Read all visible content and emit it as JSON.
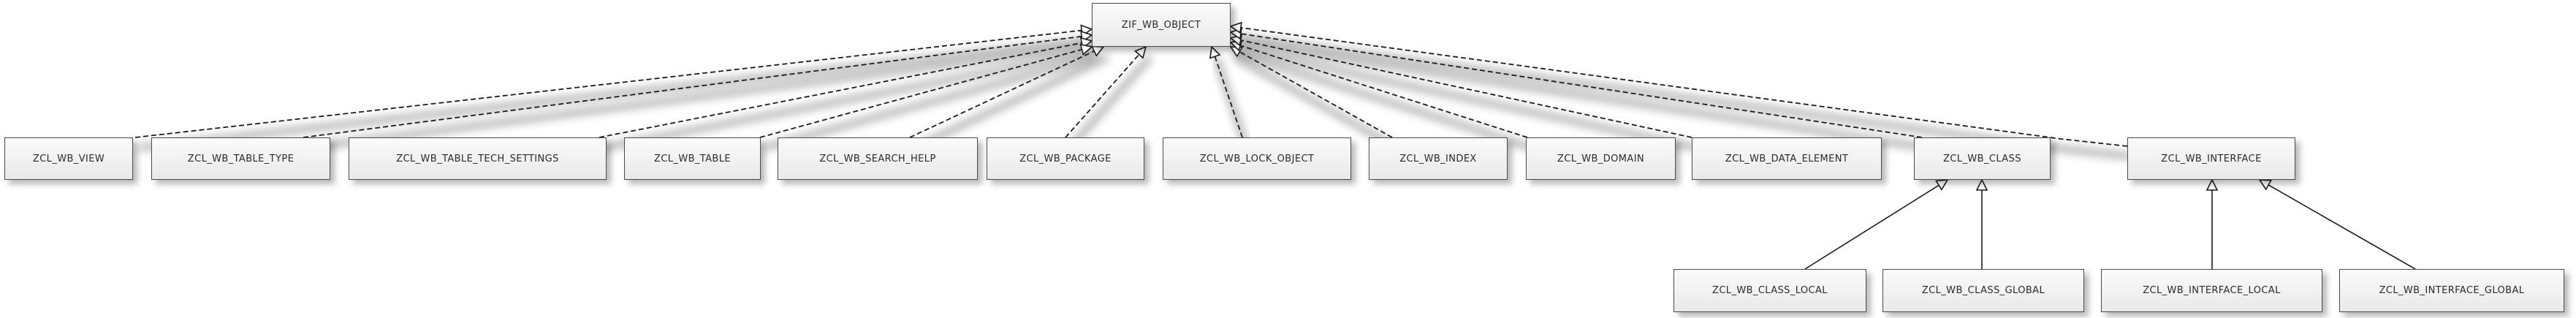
{
  "diagram": {
    "nodes": [
      {
        "id": "zif_wb_object",
        "label": "ZIF_WB_OBJECT"
      },
      {
        "id": "zcl_wb_view",
        "label": "ZCL_WB_VIEW"
      },
      {
        "id": "zcl_wb_table_type",
        "label": "ZCL_WB_TABLE_TYPE"
      },
      {
        "id": "zcl_wb_table_tech_settings",
        "label": "ZCL_WB_TABLE_TECH_SETTINGS"
      },
      {
        "id": "zcl_wb_table",
        "label": "ZCL_WB_TABLE"
      },
      {
        "id": "zcl_wb_search_help",
        "label": "ZCL_WB_SEARCH_HELP"
      },
      {
        "id": "zcl_wb_package",
        "label": "ZCL_WB_PACKAGE"
      },
      {
        "id": "zcl_wb_lock_object",
        "label": "ZCL_WB_LOCK_OBJECT"
      },
      {
        "id": "zcl_wb_index",
        "label": "ZCL_WB_INDEX"
      },
      {
        "id": "zcl_wb_domain",
        "label": "ZCL_WB_DOMAIN"
      },
      {
        "id": "zcl_wb_data_element",
        "label": "ZCL_WB_DATA_ELEMENT"
      },
      {
        "id": "zcl_wb_class",
        "label": "ZCL_WB_CLASS"
      },
      {
        "id": "zcl_wb_interface",
        "label": "ZCL_WB_INTERFACE"
      },
      {
        "id": "zcl_wb_class_local",
        "label": "ZCL_WB_CLASS_LOCAL"
      },
      {
        "id": "zcl_wb_class_global",
        "label": "ZCL_WB_CLASS_GLOBAL"
      },
      {
        "id": "zcl_wb_interface_local",
        "label": "ZCL_WB_INTERFACE_LOCAL"
      },
      {
        "id": "zcl_wb_interface_global",
        "label": "ZCL_WB_INTERFACE_GLOBAL"
      }
    ],
    "edges": [
      {
        "from": "zcl_wb_view",
        "to": "zif_wb_object",
        "kind": "realization"
      },
      {
        "from": "zcl_wb_table_type",
        "to": "zif_wb_object",
        "kind": "realization"
      },
      {
        "from": "zcl_wb_table_tech_settings",
        "to": "zif_wb_object",
        "kind": "realization"
      },
      {
        "from": "zcl_wb_table",
        "to": "zif_wb_object",
        "kind": "realization"
      },
      {
        "from": "zcl_wb_search_help",
        "to": "zif_wb_object",
        "kind": "realization"
      },
      {
        "from": "zcl_wb_package",
        "to": "zif_wb_object",
        "kind": "realization"
      },
      {
        "from": "zcl_wb_lock_object",
        "to": "zif_wb_object",
        "kind": "realization"
      },
      {
        "from": "zcl_wb_index",
        "to": "zif_wb_object",
        "kind": "realization"
      },
      {
        "from": "zcl_wb_domain",
        "to": "zif_wb_object",
        "kind": "realization"
      },
      {
        "from": "zcl_wb_data_element",
        "to": "zif_wb_object",
        "kind": "realization"
      },
      {
        "from": "zcl_wb_class",
        "to": "zif_wb_object",
        "kind": "realization"
      },
      {
        "from": "zcl_wb_interface",
        "to": "zif_wb_object",
        "kind": "realization"
      },
      {
        "from": "zcl_wb_class_local",
        "to": "zcl_wb_class",
        "kind": "generalization"
      },
      {
        "from": "zcl_wb_class_global",
        "to": "zcl_wb_class",
        "kind": "generalization"
      },
      {
        "from": "zcl_wb_interface_local",
        "to": "zcl_wb_interface",
        "kind": "generalization"
      },
      {
        "from": "zcl_wb_interface_global",
        "to": "zcl_wb_interface",
        "kind": "generalization"
      }
    ]
  }
}
